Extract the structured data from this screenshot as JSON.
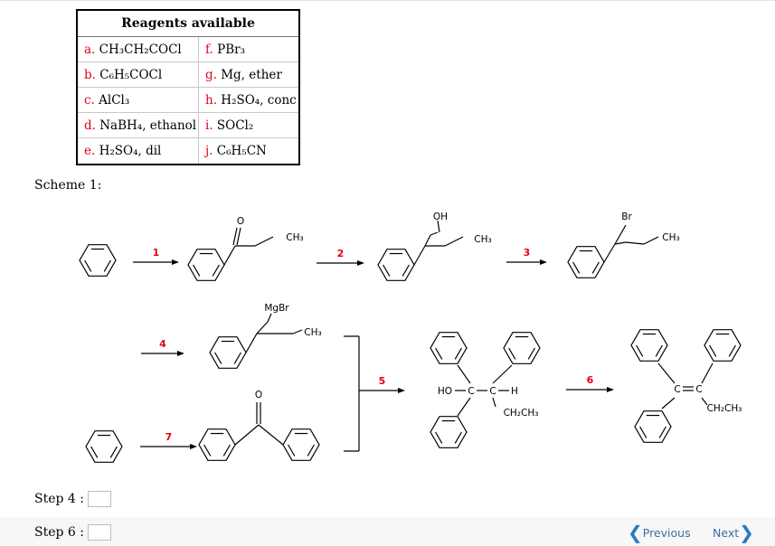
{
  "reagents": {
    "title": "Reagents available",
    "items": [
      {
        "letter": "a.",
        "text": "CH₃CH₂COCl"
      },
      {
        "letter": "f.",
        "text": "PBr₃"
      },
      {
        "letter": "b.",
        "text": "C₆H₅COCl"
      },
      {
        "letter": "g.",
        "text": "Mg, ether"
      },
      {
        "letter": "c.",
        "text": "AlCl₃"
      },
      {
        "letter": "h.",
        "text": "H₂SO₄, conc"
      },
      {
        "letter": "d.",
        "text": "NaBH₄, ethanol"
      },
      {
        "letter": "i.",
        "text": "SOCl₂"
      },
      {
        "letter": "e.",
        "text": "H₂SO₄, dil"
      },
      {
        "letter": "j.",
        "text": "C₆H₅CN"
      }
    ]
  },
  "scheme": {
    "label": "Scheme 1:",
    "steps": [
      "1",
      "2",
      "3",
      "4",
      "5",
      "6",
      "7"
    ],
    "atoms": {
      "o": "O",
      "oh": "OH",
      "br": "Br",
      "mgbr": "MgBr",
      "ch3": "CH₃",
      "ho": "HO",
      "c": "C",
      "h": "H",
      "ch2ch3": "CH₂CH₃"
    }
  },
  "answers": [
    {
      "label": "Step 4 :",
      "value": ""
    },
    {
      "label": "Step 6 :",
      "value": ""
    }
  ],
  "nav": {
    "previous": "Previous",
    "next": "Next"
  },
  "colors": {
    "step_red": "#e0001b",
    "nav_blue": "#2a78c6"
  }
}
